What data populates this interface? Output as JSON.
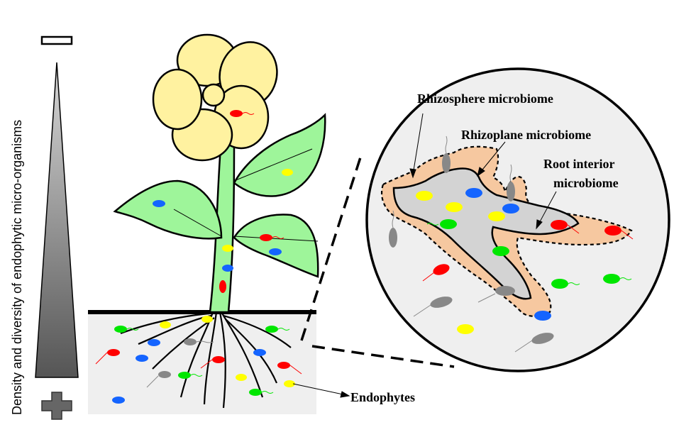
{
  "labels": {
    "y_axis": "Density and diversity of endophytic micro-organisms",
    "rhizosphere": "Rhizosphere microbiome",
    "rhizoplane": "Rhizoplane  microbiome",
    "root_interior_1": "Root interior",
    "root_interior_2": "microbiome",
    "endophytes": "Endophytes"
  },
  "colors": {
    "petal": "#fff2a0",
    "leaf": "#9ef59a",
    "soil": "#efefef",
    "rhizosphere": "#f6c8a0",
    "root_interior": "#d3d3d3",
    "microbe_red": "#ff0000",
    "microbe_blue": "#1464ff",
    "microbe_yellow": "#ffff00",
    "microbe_green": "#00e600",
    "microbe_gray": "#888888"
  },
  "icons": {
    "top_marker": "minus-icon",
    "bottom_marker": "plus-icon"
  }
}
